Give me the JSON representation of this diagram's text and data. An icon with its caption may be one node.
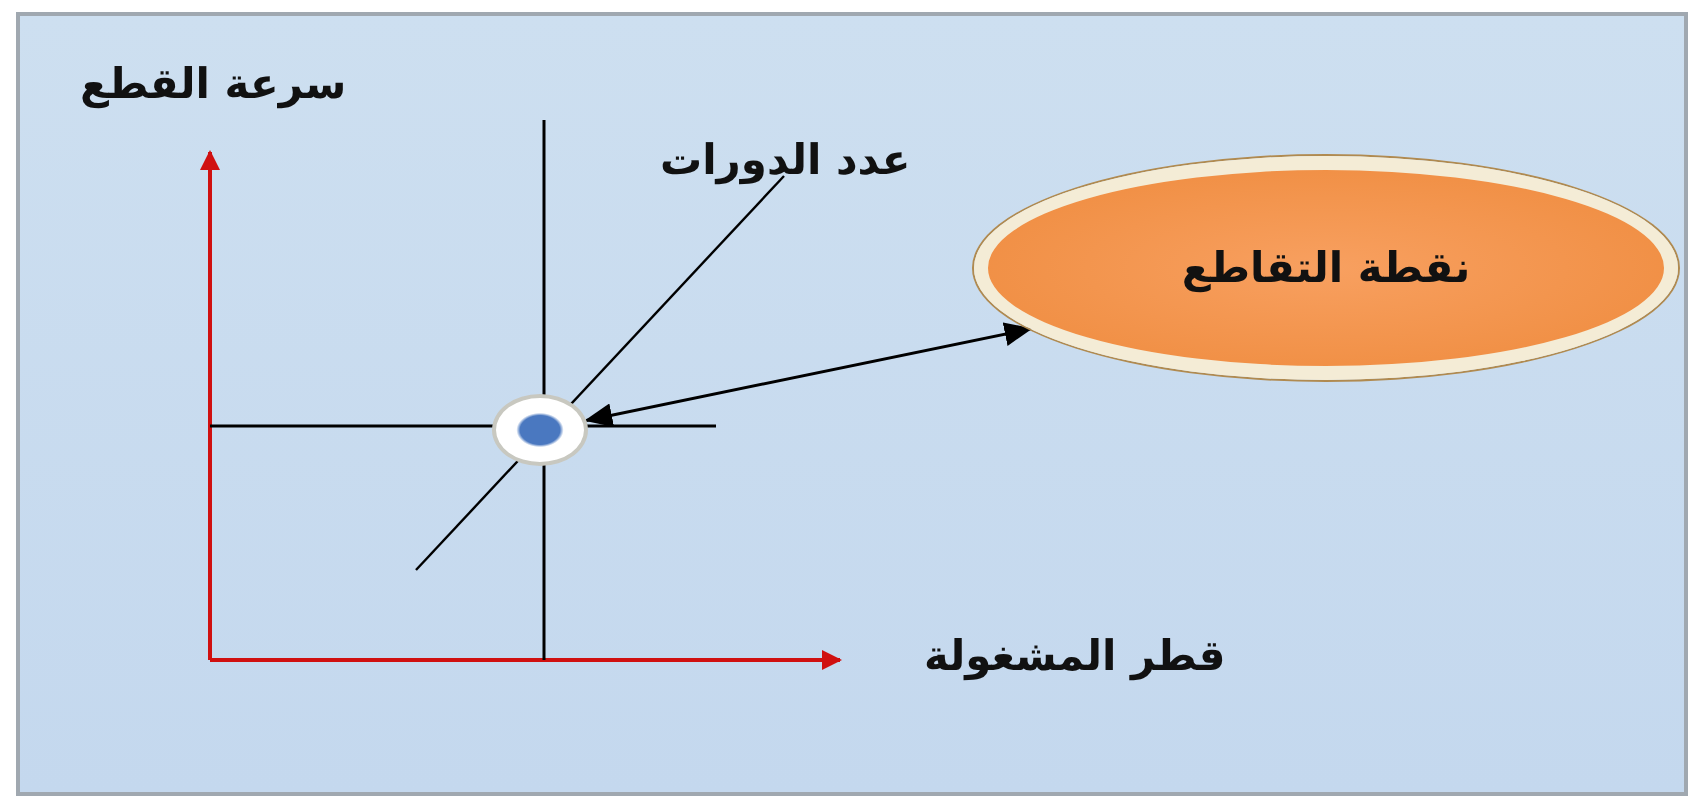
{
  "diagram": {
    "nodes": [
      {
        "text": [
          "نقطة التقاطع"
        ]
      },
      {
        "text": [],
        "shape": "circle"
      }
    ],
    "edges": [
      {
        "from": 0,
        "to": 1,
        "arrow": "both"
      }
    ],
    "labels": [
      "سرعة القطع",
      "عدد الدورات",
      "قطر المشغولة"
    ]
  }
}
